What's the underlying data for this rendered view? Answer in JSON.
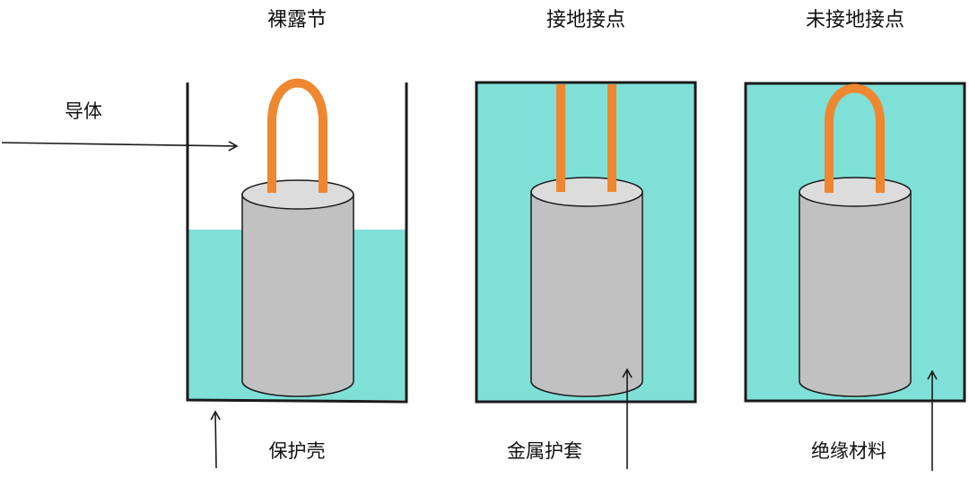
{
  "colors": {
    "fill": "#7fe0d8",
    "conductor": "#ef8630",
    "body": "#c1c1c1",
    "body_top": "#dcdcdc",
    "line": "#1a1a1a"
  },
  "panels": [
    {
      "title": "裸露节",
      "labels": [
        "导体",
        "保护壳"
      ]
    },
    {
      "title": "接地接点",
      "labels": [
        "金属护套"
      ]
    },
    {
      "title": "未接地接点",
      "labels": [
        "绝缘材料"
      ]
    }
  ]
}
